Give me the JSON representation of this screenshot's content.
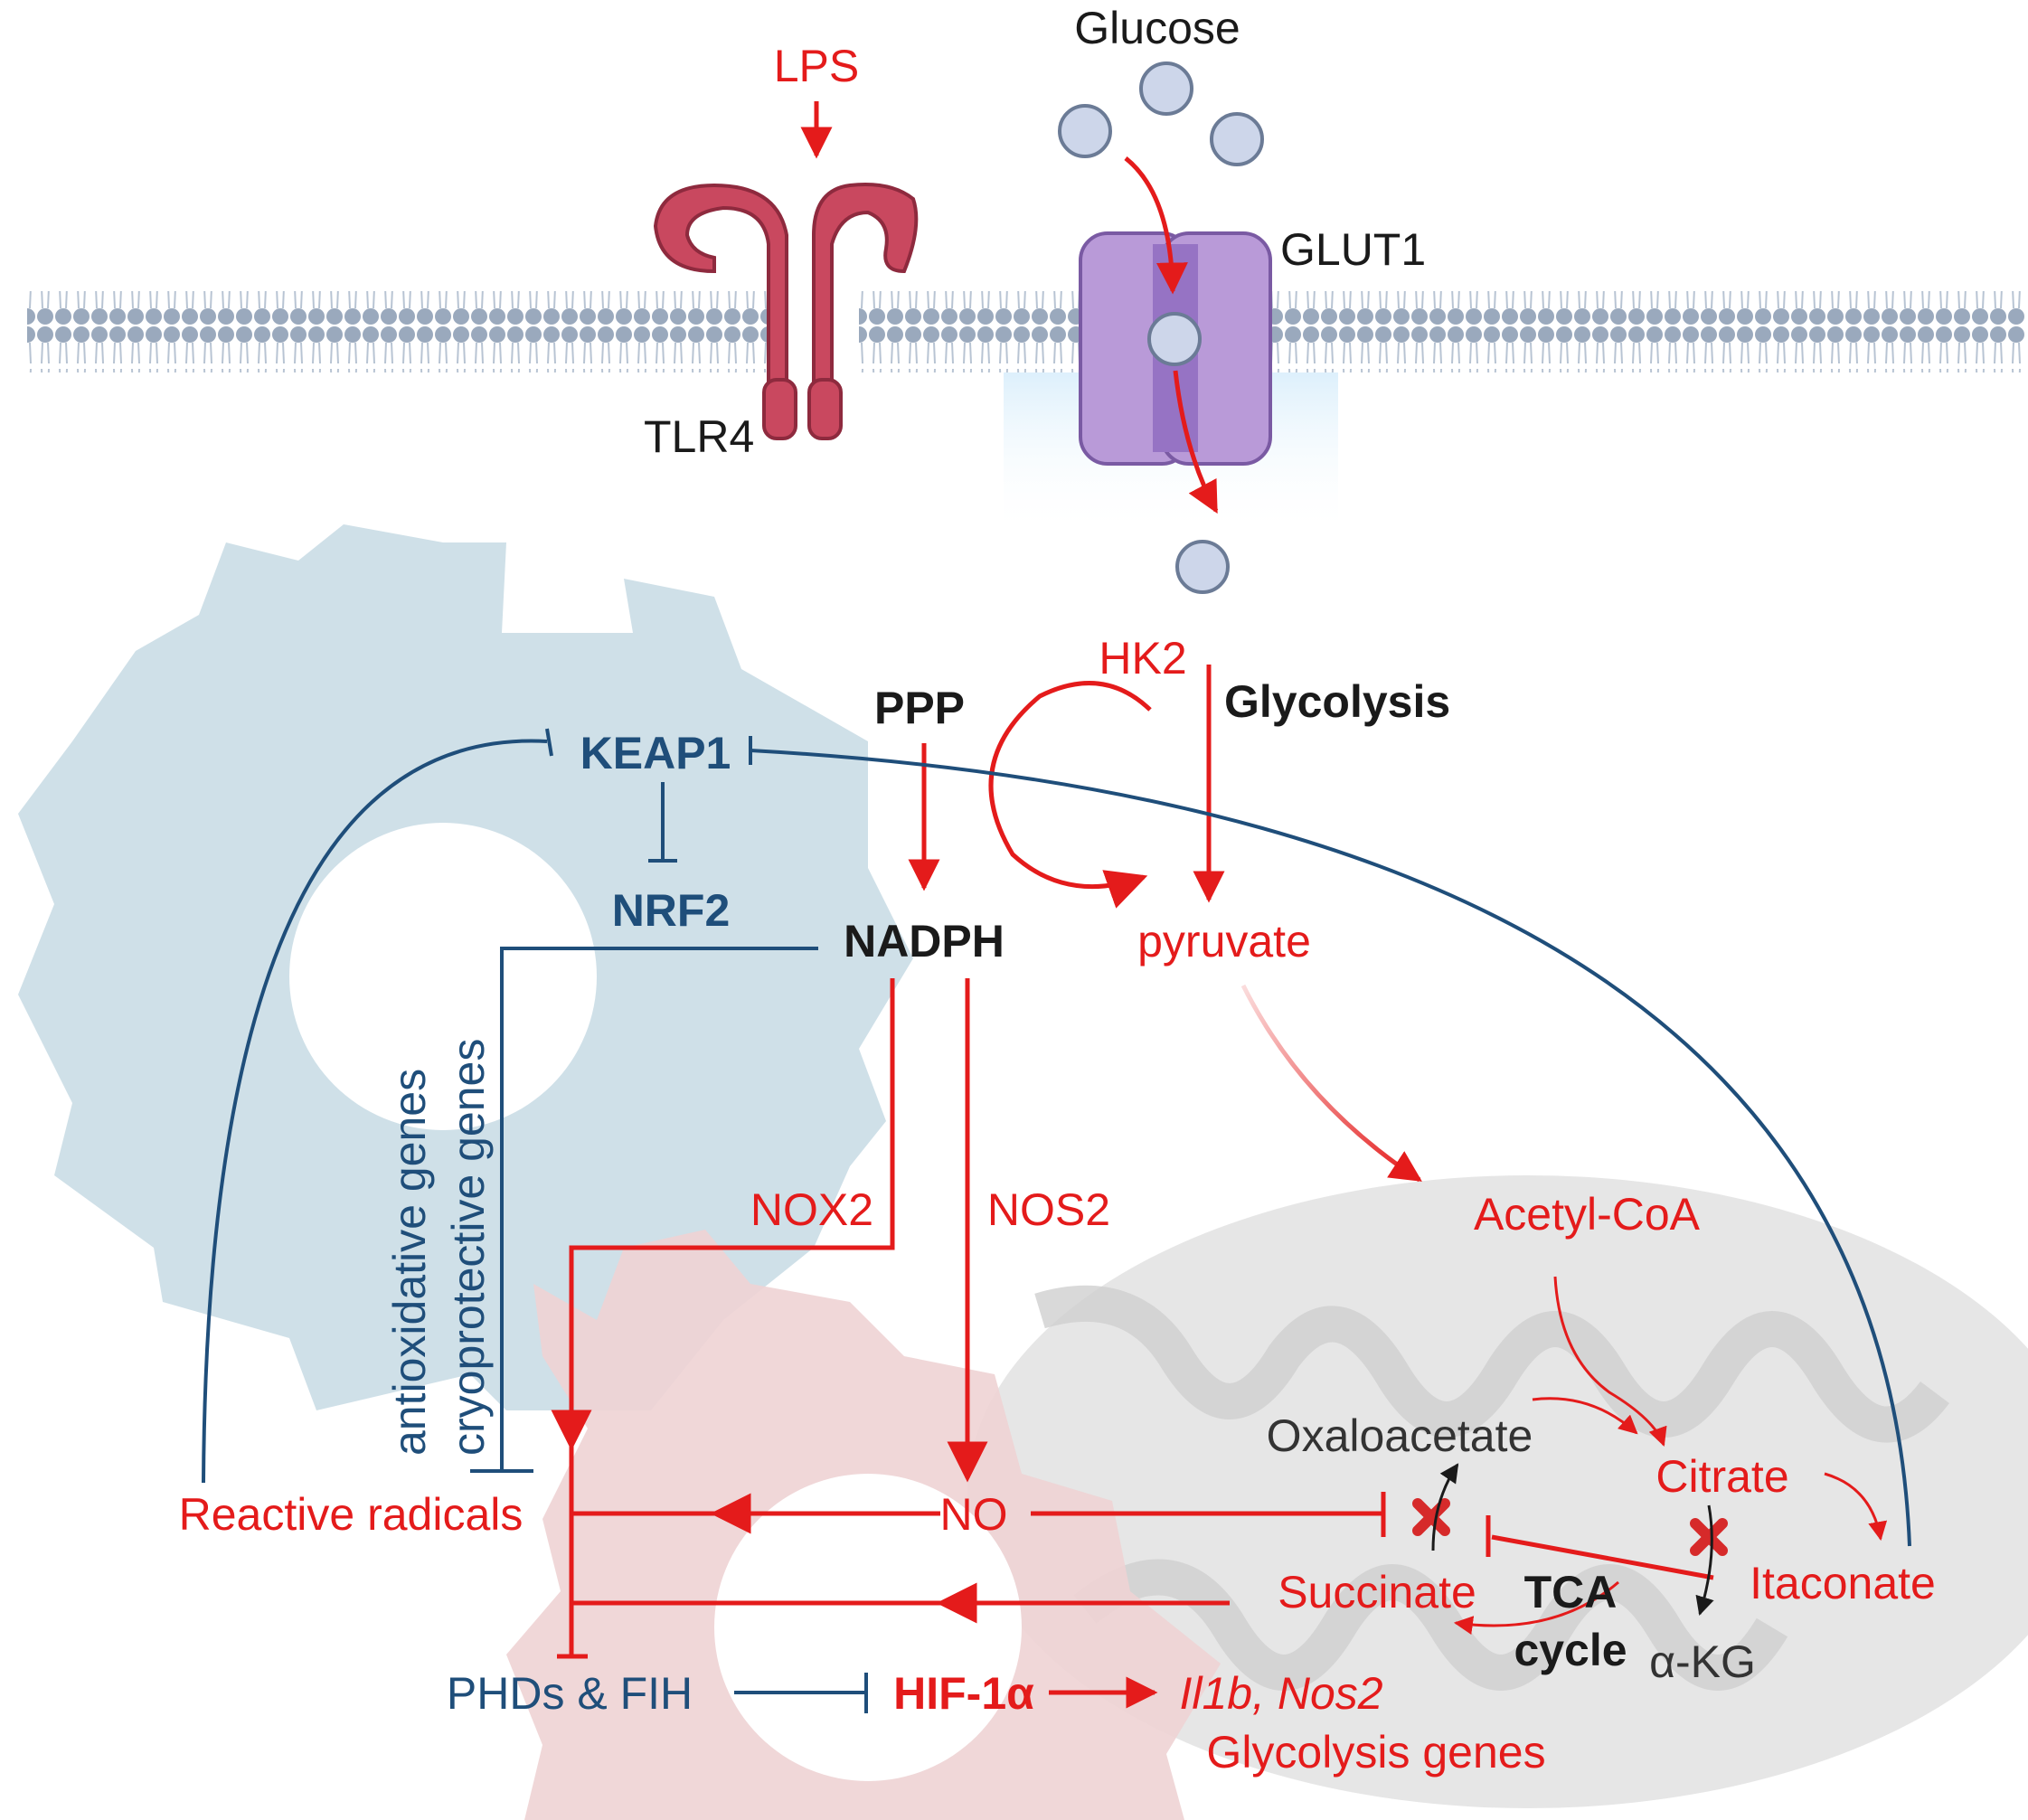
{
  "labels": {
    "glucose": "Glucose",
    "lps": "LPS",
    "glut1": "GLUT1",
    "tlr4": "TLR4",
    "hk2": "HK2",
    "glycolysis": "Glycolysis",
    "ppp": "PPP",
    "keap1": "KEAP1",
    "nrf2": "NRF2",
    "nadph": "NADPH",
    "pyruvate": "pyruvate",
    "antioxidative": "antioxidative genes",
    "cryoprotective": "cryoprotective genes",
    "nox2": "NOX2",
    "nos2_enzyme": "NOS2",
    "acetyl_coa": "Acetyl-CoA",
    "oxaloacetate": "Oxaloacetate",
    "citrate": "Citrate",
    "itaconate": "Itaconate",
    "reactive_radicals": "Reactive radicals",
    "no": "NO",
    "succinate": "Succinate",
    "tca": "TCA",
    "cycle": "cycle",
    "akg": "α-KG",
    "phds_fih": "PHDs & FIH",
    "hif1a": "HIF-1α",
    "target_genes": "Il1b, Nos2",
    "glycolysis_genes": "Glycolysis genes"
  },
  "colors": {
    "activation": "#e41b1b",
    "inhibition_blue": "#1f4e7a",
    "membrane": "#9aa9bd",
    "gear_blue": "#cfe0e8",
    "gear_red": "#eed3d4",
    "mitochondrion": "#e3e3e3",
    "receptor": "#c9485f",
    "transporter": "#b99ad8",
    "glucose_molecule": "#cdd6ea"
  },
  "icons": [
    "gear-icon",
    "gear-icon",
    "mitochondrion-icon",
    "tlr4-receptor-icon",
    "glut1-transporter-icon",
    "glucose-molecule-icon",
    "block-x-icon"
  ]
}
